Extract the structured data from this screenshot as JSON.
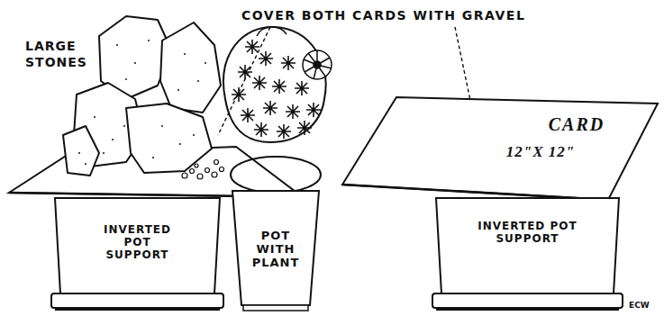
{
  "diagram": {
    "nodes": [
      {
        "text": [
          "CARD",
          "12\"X 12\""
        ]
      },
      {
        "text": [
          "INVERTED POT SUPPORT"
        ]
      },
      {
        "text": [
          "POT WITH PLANT"
        ]
      },
      {
        "text": [
          "INVERTED POT SUPPORT"
        ]
      }
    ],
    "labels": [
      "LARGE STONES",
      "COVER BOTH CARDS WITH GRAVEL",
      "ECW"
    ]
  }
}
